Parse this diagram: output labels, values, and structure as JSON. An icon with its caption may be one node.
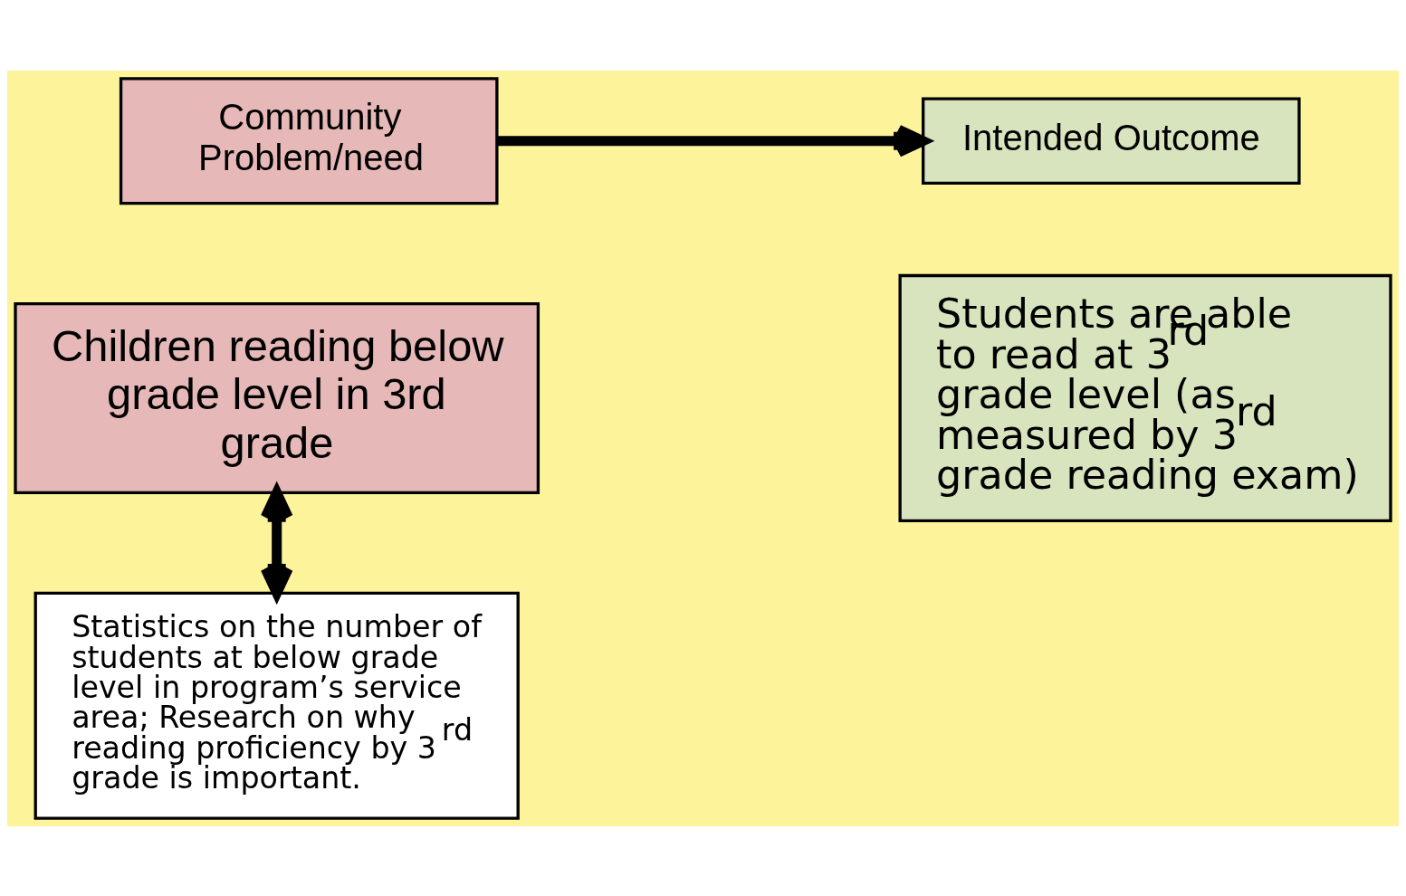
{
  "diagram": {
    "nodes": [
      {
        "text": [
          "Community Problem/need"
        ]
      },
      {
        "text": [
          "Intended Outcome"
        ]
      },
      {
        "text": [
          "Children reading below grade level in 3rd grade"
        ]
      },
      {
        "text": [
          "Students are able to read at 3$^{rd}$ grade level (as measured by 3$^{rd}$ grade reading exam)"
        ]
      },
      {
        "text": [
          "Statistics on the number of students at below grade level in program’s service area; Research on why reading proficiency by 3$^{rd}$ grade is important."
        ]
      }
    ],
    "edges": [
      {
        "from": 0,
        "to": 1,
        "arrow": "to"
      },
      {
        "from": 2,
        "to": 4,
        "arrow": "both"
      }
    ]
  }
}
